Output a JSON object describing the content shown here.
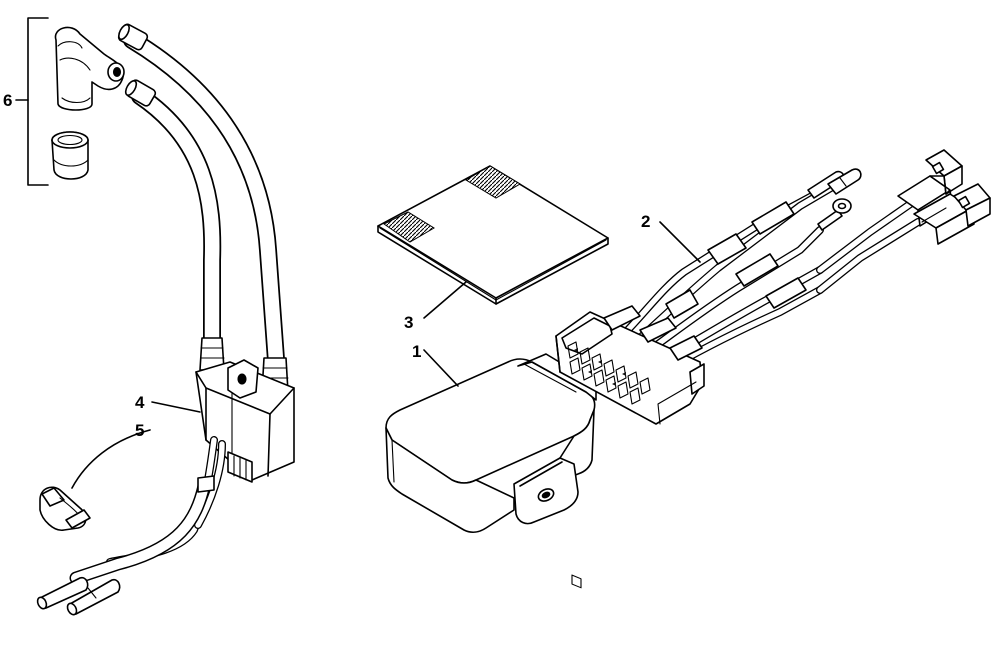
{
  "diagram": {
    "callouts": [
      {
        "id": "1",
        "label": "1",
        "part": "cdi-module"
      },
      {
        "id": "2",
        "label": "2",
        "part": "wiring-harness"
      },
      {
        "id": "3",
        "label": "3",
        "part": "adhesive-pad"
      },
      {
        "id": "4",
        "label": "4",
        "part": "ignition-coil"
      },
      {
        "id": "5",
        "label": "5",
        "part": "wire-clip"
      },
      {
        "id": "6",
        "label": "6",
        "part": "spark-plug-cap-kit"
      }
    ],
    "colors": {
      "ink": "#000000",
      "paper": "#ffffff"
    }
  }
}
